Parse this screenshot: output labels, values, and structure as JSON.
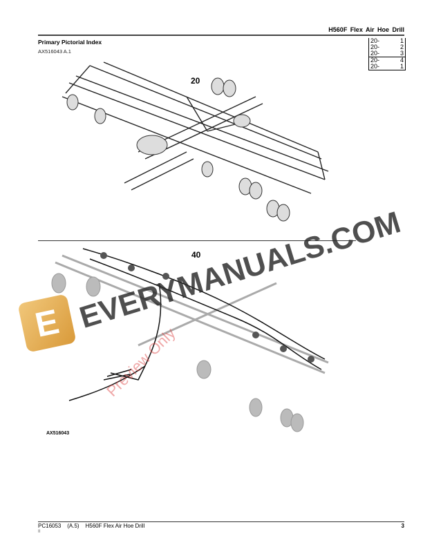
{
  "header": {
    "title": "H560F Flex Air Hoe Drill"
  },
  "section": {
    "title": "Primary Pictorial Index",
    "figure_id": "AX516043 A.1"
  },
  "index_table": [
    {
      "prefix": "20-",
      "num": "1"
    },
    {
      "prefix": "20-",
      "num": "2"
    },
    {
      "prefix": "20-",
      "num": "3"
    },
    {
      "prefix": "20-",
      "num": "4"
    },
    {
      "prefix": "20-",
      "num": "1"
    }
  ],
  "callouts": {
    "top": "20",
    "bottom": "40"
  },
  "art_id": "AX516043",
  "watermark": {
    "text": "EVERYMANUALS.COM",
    "preview": "Preview Only",
    "logo_letter": "E",
    "logo_color": "#e0a54a"
  },
  "footer": {
    "text": "PC16053    (A.5)    H560F Flex Air Hoe Drill",
    "sub": "II",
    "page": "3"
  }
}
